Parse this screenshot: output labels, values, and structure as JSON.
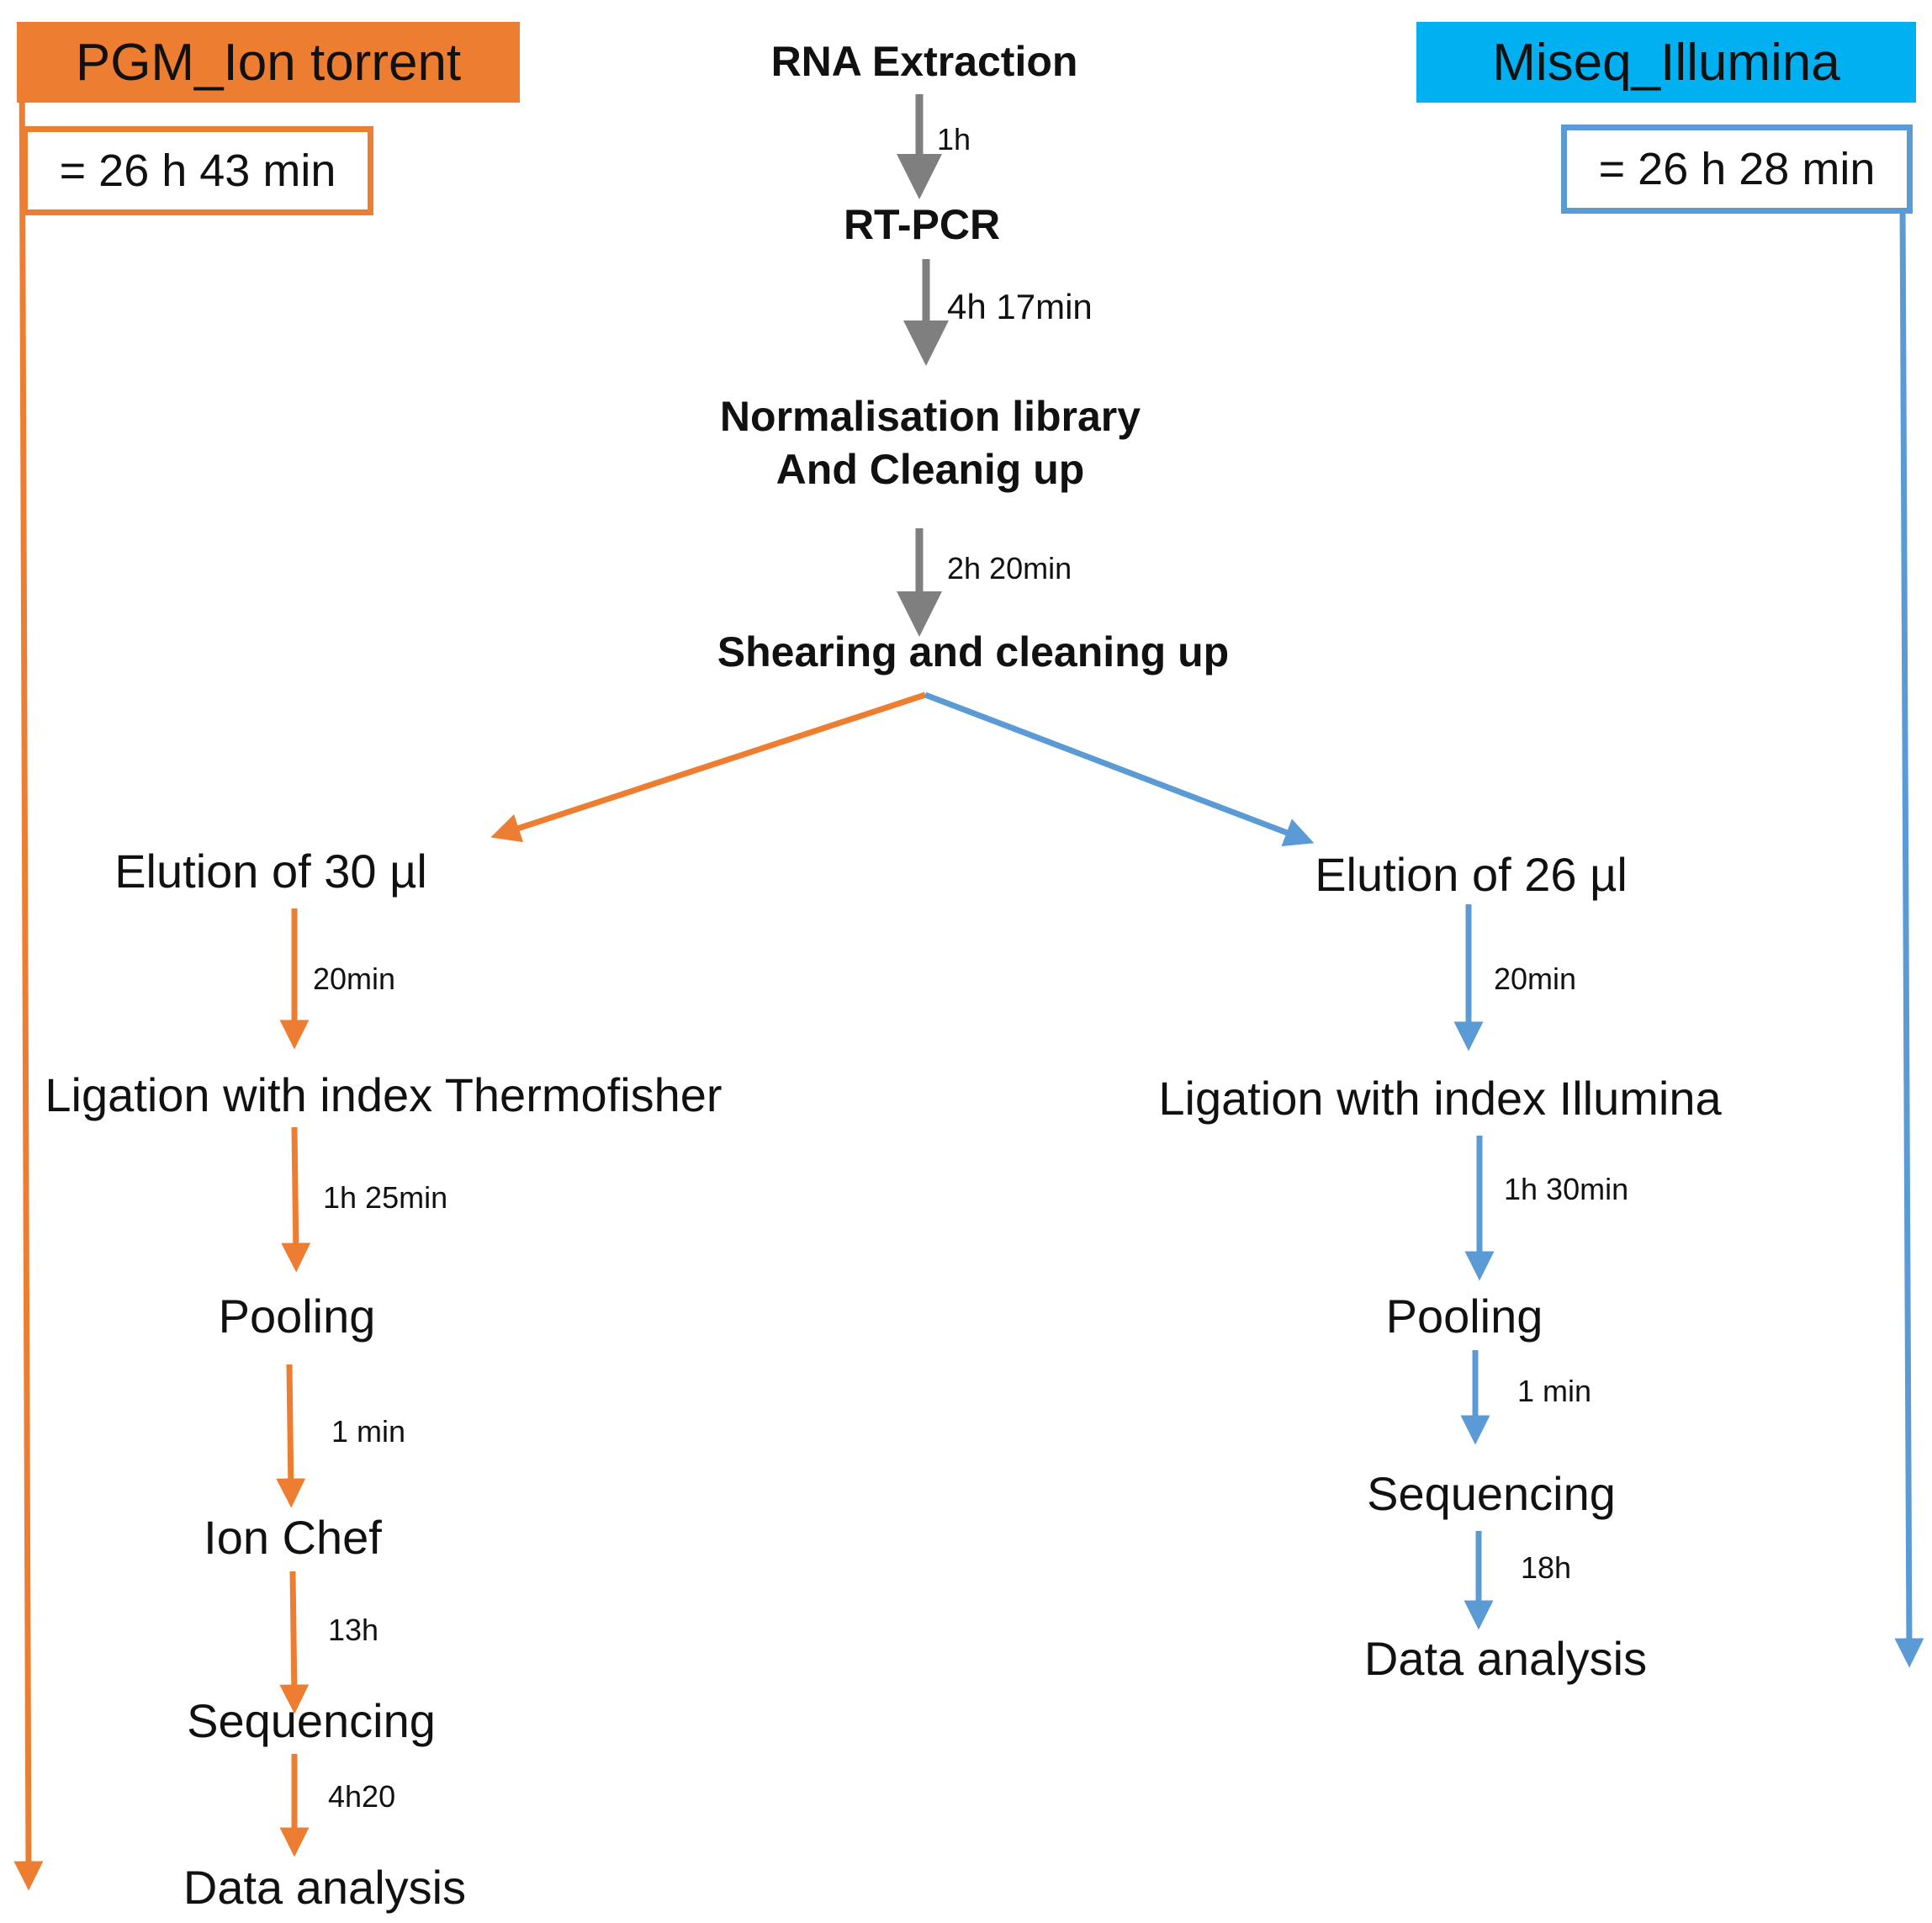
{
  "colors": {
    "orange": "#ED7D31",
    "blue": "#5B9BD5",
    "cyan": "#00B0F0",
    "gray": "#7F7F7F"
  },
  "headers": {
    "left": "PGM_Ion torrent",
    "right": "Miseq_Illumina"
  },
  "totals": {
    "left": "= 26 h 43 min",
    "right": "= 26 h 28 min"
  },
  "common_steps": [
    {
      "label": "RNA Extraction",
      "duration_after": "1h"
    },
    {
      "label": "RT-PCR",
      "duration_after": "4h 17min"
    },
    {
      "label_line1": "Normalisation library",
      "label_line2": "And  Cleanig up",
      "duration_after": "2h 20min"
    },
    {
      "label": "Shearing and cleaning up"
    }
  ],
  "left_branch": {
    "steps": [
      "Elution  of 30 µl",
      "Ligation with  index Thermofisher",
      "Pooling",
      "Ion  Chef",
      "Sequencing",
      "Data analysis"
    ],
    "durations": [
      "20min",
      "1h 25min",
      "1 min",
      "13h",
      "4h20"
    ]
  },
  "right_branch": {
    "steps": [
      "Elution  of 26 µl",
      "Ligation with  index Illumina",
      "Pooling",
      "Sequencing",
      "Data analysis"
    ],
    "durations": [
      "20min",
      "1h 30min",
      "1 min",
      "18h"
    ]
  }
}
